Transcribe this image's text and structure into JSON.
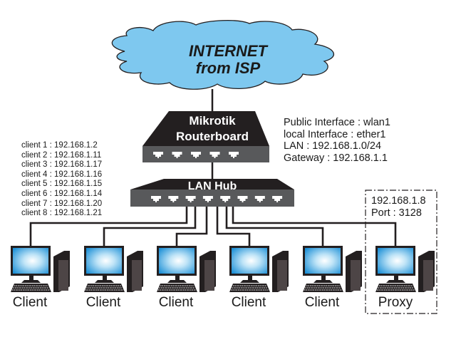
{
  "internet": {
    "line1": "INTERNET",
    "line2": "from ISP"
  },
  "router": {
    "line1": "Mikrotik",
    "line2": "Routerboard",
    "port_count": 5
  },
  "router_info": [
    "Public Interface : wlan1",
    "local Interface : ether1",
    "LAN : 192.168.1.0/24",
    "Gateway : 192.168.1.1"
  ],
  "hub": {
    "label": "LAN Hub",
    "port_count": 8
  },
  "client_list": [
    "client 1 : 192.168.1.2",
    "client 2 : 192.168.1.11",
    "client 3 : 192.168.1.17",
    "client 4 : 192.168.1.16",
    "client 5 : 192.168.1.15",
    "client 6 : 192.168.1.14",
    "client 7 : 192.168.1.20",
    "client 8 : 192.168.1.21"
  ],
  "computers": [
    {
      "label": "Client"
    },
    {
      "label": "Client"
    },
    {
      "label": "Client"
    },
    {
      "label": "Client"
    },
    {
      "label": "Client"
    },
    {
      "label": "Proxy"
    }
  ],
  "proxy": {
    "ip": "192.168.1.8",
    "port": "Port : 3128"
  },
  "colors": {
    "cloud": "#7ec8ef",
    "device": "#231f20",
    "port_strip": "#58595b",
    "screen": "#2aa0e0"
  }
}
